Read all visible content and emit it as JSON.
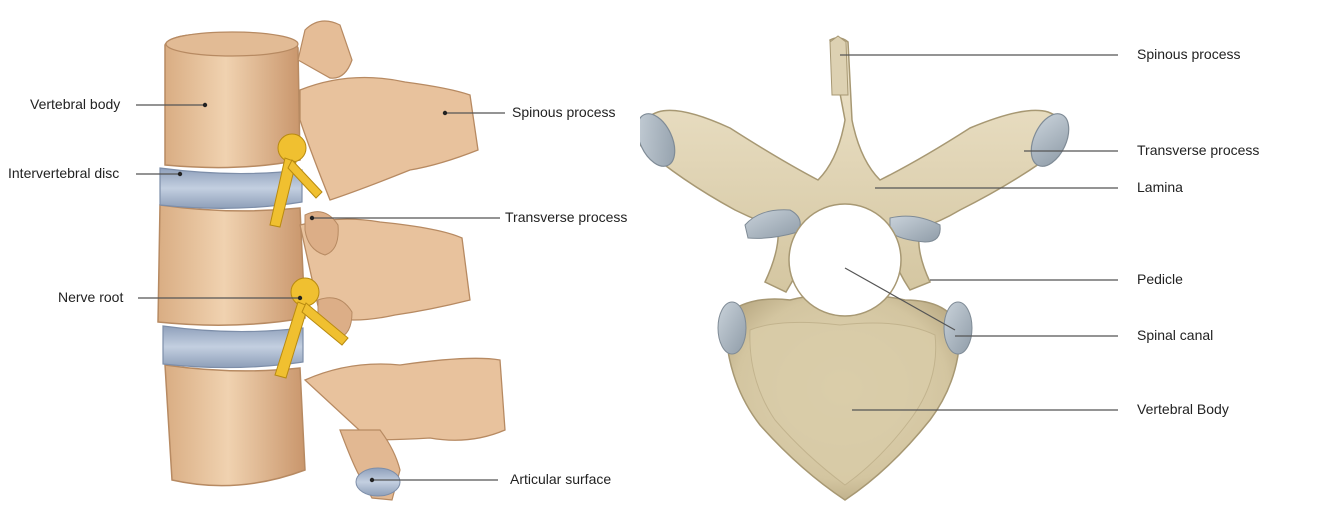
{
  "lateral_view": {
    "labels": {
      "vertebral_body": "Vertebral body",
      "intervertebral_disc": "Intervertebral disc",
      "nerve_root": "Nerve root",
      "spinous_process": "Spinous process",
      "transverse_process": "Transverse process",
      "articular_surface": "Articular surface"
    }
  },
  "superior_view": {
    "labels": {
      "spinous_process": "Spinous process",
      "transverse_process": "Transverse process",
      "lamina": "Lamina",
      "pedicle": "Pedicle",
      "spinal_canal": "Spinal canal",
      "vertebral_body": "Vertebral Body"
    }
  },
  "colors": {
    "bone": "#e9c7a3",
    "bone_shadow": "#c99a72",
    "disc": "#a9b7cc",
    "nerve": "#e8b42a",
    "superior_bone": "#e7dcc0",
    "superior_shadow": "#b8a983",
    "background": "#ffffff"
  }
}
